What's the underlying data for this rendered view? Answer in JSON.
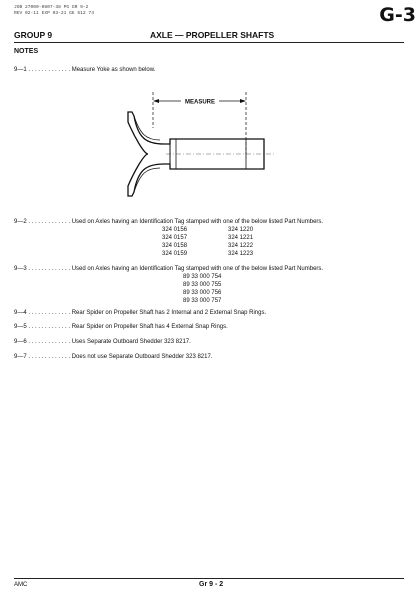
{
  "header": {
    "code_line_1": "JOB 27000-0807-38 PG GR 9-2",
    "code_line_2": "REV 02-11 EXP 03-21 GE 512 74",
    "section_tab": "G-3",
    "group": "GROUP 9",
    "title": "AXLE — PROPELLER SHAFTS"
  },
  "notes_label": "NOTES",
  "diagram": {
    "measure_label": "MEASURE"
  },
  "notes": [
    {
      "number": "9—1",
      "leader": " . . . . . . . . . . . . . ",
      "text": "Measure Yoke as shown below."
    },
    {
      "number": "9—2",
      "leader": " . . . . . . . . . . . . . ",
      "text": "Used on Axles having an Identification Tag stamped with one of the below listed Part Numbers."
    },
    {
      "number": "9—3",
      "leader": " . . . . . . . . . . . . . ",
      "text": "Used on Axles having an Identification Tag stamped with one of the below listed Part Numbers."
    },
    {
      "number": "9—4",
      "leader": " . . . . . . . . . . . . . ",
      "text": "Rear Spider on Propeller Shaft has 2 Internal and 2 External Snap Rings."
    },
    {
      "number": "9—5",
      "leader": " . . . . . . . . . . . . . ",
      "text": "Rear Spider on Propeller Shaft has 4 External Snap Rings."
    },
    {
      "number": "9—6",
      "leader": " . . . . . . . . . . . . . ",
      "text": "Uses Separate Outboard Shedder 323 8217."
    },
    {
      "number": "9—7",
      "leader": " . . . . . . . . . . . . . ",
      "text": "Does not use Separate Outboard Shedder 323 8217."
    }
  ],
  "part_numbers_9_2": {
    "left": [
      "324 0156",
      "324 0157",
      "324 0158",
      "324 0159"
    ],
    "right": [
      "324 1220",
      "324 1221",
      "324 1222",
      "324 1223"
    ]
  },
  "part_numbers_9_3": [
    "89 33 000 754",
    "89 33 000 755",
    "89 33 000 756",
    "89 33 000 757"
  ],
  "footer": {
    "left": "AMC",
    "center": "Gr 9 - 2"
  }
}
